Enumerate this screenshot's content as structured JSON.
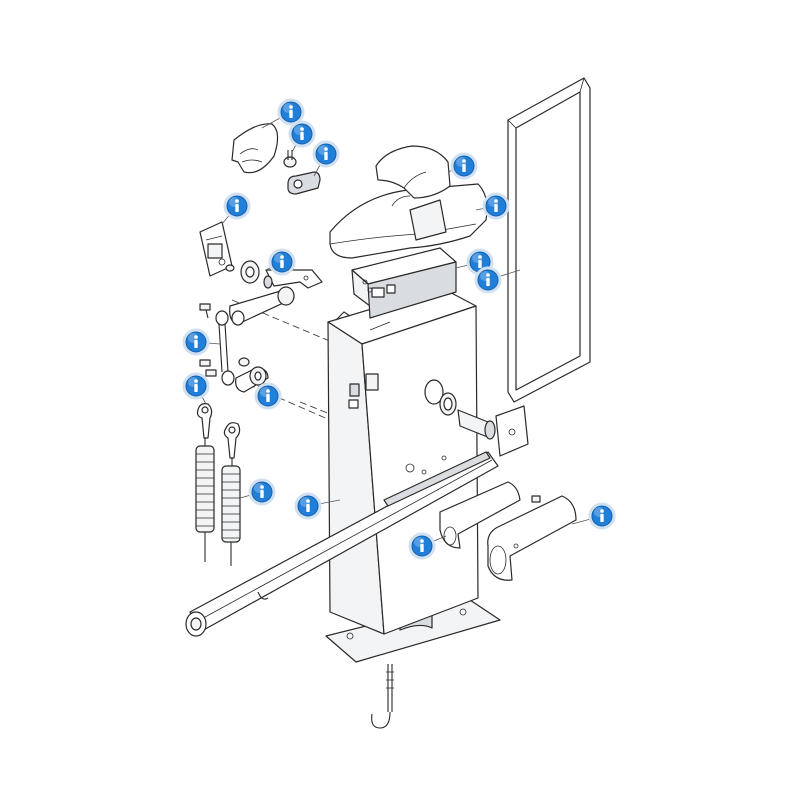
{
  "hotspot_icon": "info-icon",
  "hotspot_color": "#1f7fd9",
  "hotspots": [
    {
      "id": "hotspot-cover-plate"
    },
    {
      "id": "hotspot-pin"
    },
    {
      "id": "hotspot-limit-switch"
    },
    {
      "id": "hotspot-top-cover"
    },
    {
      "id": "hotspot-motor-housing"
    },
    {
      "id": "hotspot-bracket"
    },
    {
      "id": "hotspot-lever-arm"
    },
    {
      "id": "hotspot-control-unit"
    },
    {
      "id": "hotspot-inspection-panel"
    },
    {
      "id": "hotspot-connecting-rod"
    },
    {
      "id": "hotspot-crank"
    },
    {
      "id": "hotspot-rod-end"
    },
    {
      "id": "hotspot-springs"
    },
    {
      "id": "hotspot-cabinet"
    },
    {
      "id": "hotspot-boom-profile"
    },
    {
      "id": "hotspot-boom-cover"
    }
  ]
}
